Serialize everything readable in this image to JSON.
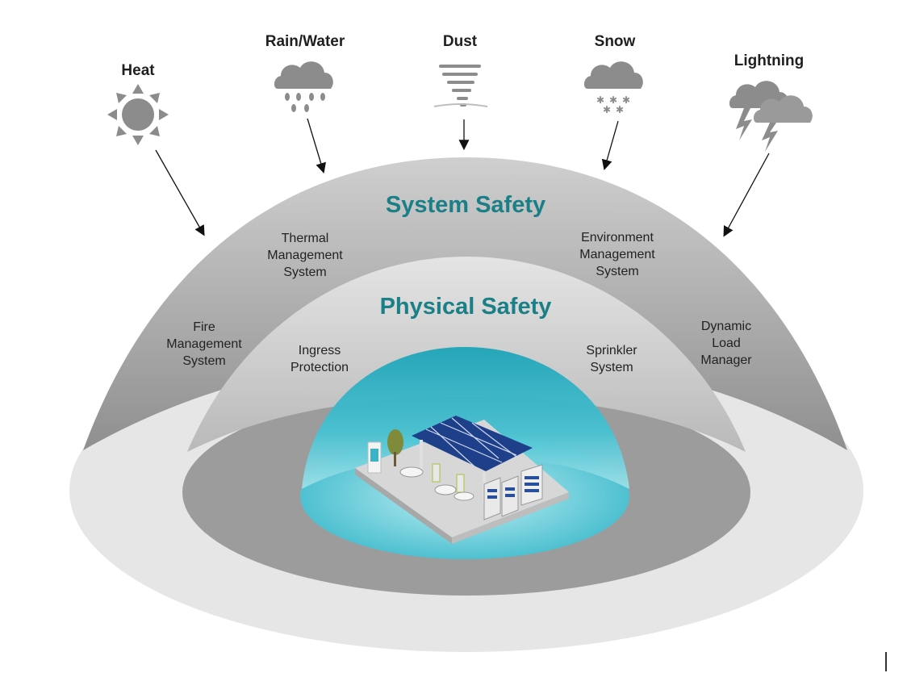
{
  "hazards": [
    {
      "label": "Heat",
      "icon": "sun-icon"
    },
    {
      "label": "Rain/Water",
      "icon": "rain-cloud-icon"
    },
    {
      "label": "Dust",
      "icon": "tornado-icon"
    },
    {
      "label": "Snow",
      "icon": "snow-cloud-icon"
    },
    {
      "label": "Lightning",
      "icon": "lightning-cloud-icon"
    }
  ],
  "layers": {
    "outer": {
      "title": "System Safety",
      "items": [
        "Fire\nManagement\nSystem",
        "Thermal\nManagement\nSystem",
        "Environment\nManagement\nSystem",
        "Dynamic\nLoad\nManager"
      ]
    },
    "middle": {
      "title": "Physical Safety",
      "items": [
        "Ingress\nProtection",
        "Sprinkler\nSystem"
      ]
    }
  },
  "colors": {
    "title_teal": "#1a7f86",
    "outer_dome": "#9e9e9e",
    "middle_dome": "#c4c4c4",
    "inner_dome": "#34b5c9",
    "base_outer": "#e6e6e6",
    "base_middle": "#9a9a9a",
    "icon_gray": "#8c8c8c"
  }
}
